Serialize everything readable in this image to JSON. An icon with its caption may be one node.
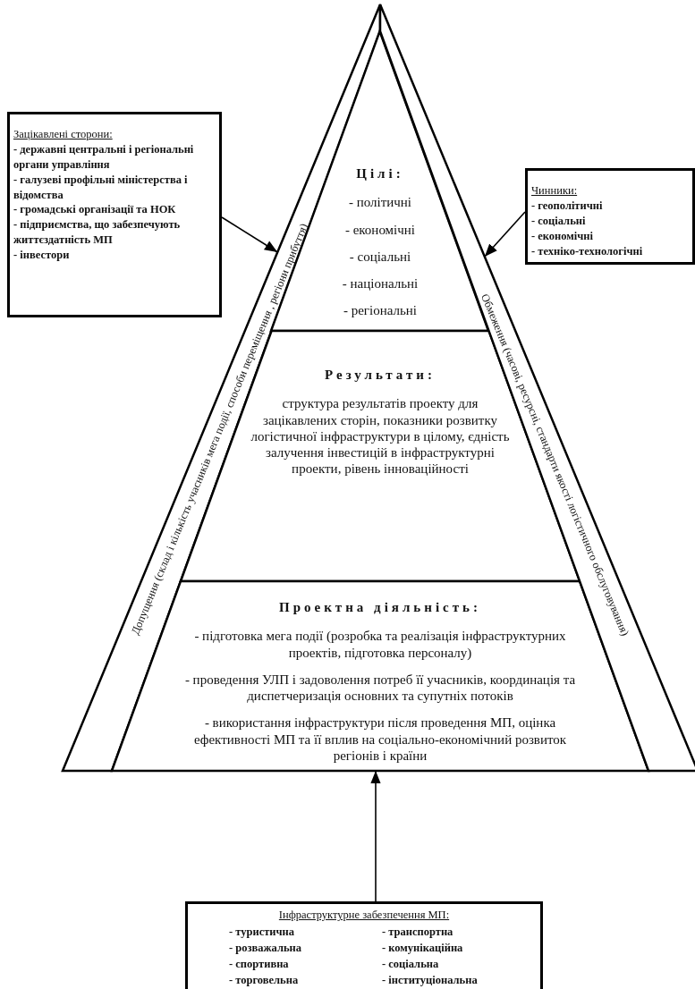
{
  "diagram": {
    "nodes": [
      {
        "text": [
          "Зацікавлені сторони:",
          "- державні центральні і регіональні органи управління",
          "- галузеві профільні міністерства і відомства",
          "- громадські організації та НОК",
          "- підприємства, що забезпечують життєздатність МП",
          "- інвестори"
        ]
      },
      {
        "text": [
          "Допущення (склад і кількість учасників мега події, способи переміщення , регіони прибуття)"
        ]
      },
      {
        "text": [
          "Цілі:",
          "- політичні",
          "- економічні",
          "- соціальні",
          "- національні",
          "- регіональні"
        ]
      },
      {
        "text": [
          "Результати:",
          "структура результатів проекту для зацікавлених сторін, показники розвитку логістичної інфраструктури в цілому, єдність залучення інвестицій в інфраструктурні проекти, рівень інноваційності"
        ]
      },
      {
        "text": [
          "Проектна діяльність:",
          "- підготовка мега події (розробка та реалізація інфраструктурних проектів, підготовка персоналу)",
          "- проведення УЛП і задоволення потреб її учасників, координація та диспетчеризація основних та супутніх потоків",
          "- використання інфраструктури після проведення МП, оцінка ефективності МП та її вплив на соціально-економічний розвиток регіонів і країни"
        ]
      },
      {
        "text": [
          "Обмеження (часові, ресурсні, стандарти якості логістичного обслуговування)"
        ]
      },
      {
        "text": [
          "Чинники:",
          "- геополітичні",
          "- соціальні",
          "- економічні",
          "- техніко-технологічні"
        ]
      },
      {
        "text": [
          "Інфраструктурне забезпечення МП:",
          "- туристична",
          "- транспортна",
          "- розважальна",
          "- комунікаційна",
          "- спортивна",
          "- соціальна",
          "- торговельна",
          "- інституціональна"
        ]
      }
    ],
    "edges": [
      {
        "from": 0,
        "to": 1,
        "arrow": "to"
      },
      {
        "from": 6,
        "to": 5,
        "arrow": "to"
      },
      {
        "from": 7,
        "to": 4,
        "arrow": "to"
      }
    ]
  }
}
